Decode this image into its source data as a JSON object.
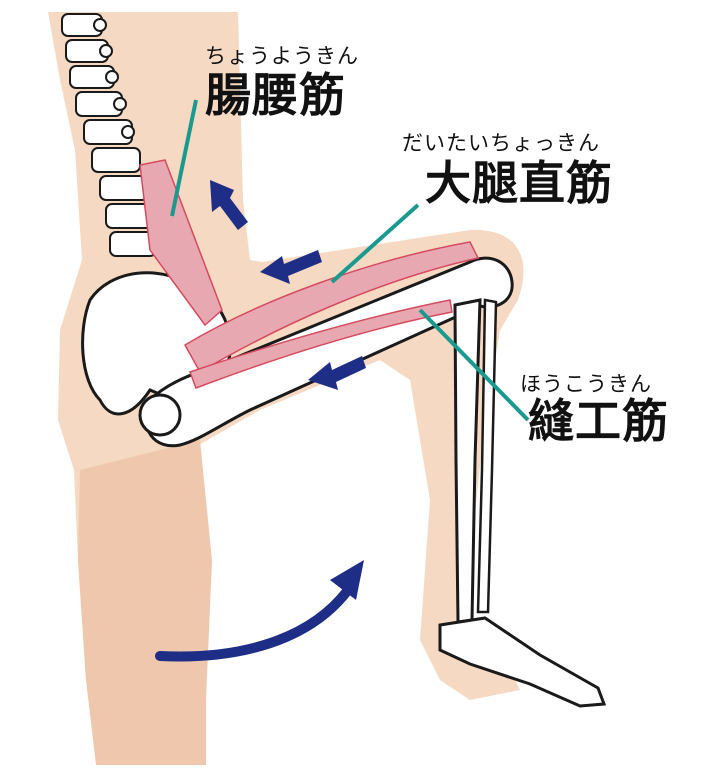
{
  "labels": {
    "iliopsoas": {
      "reading": "ちょうようきん",
      "name": "腸腰筋"
    },
    "rectus_femoris": {
      "reading": "だいたいちょっきん",
      "name": "大腿直筋"
    },
    "sartorius": {
      "reading": "ほうこうきん",
      "name": "縫工筋"
    }
  },
  "colors": {
    "skin": "#F6D9C2",
    "skin_back": "#EEC7AC",
    "bone_fill": "#FFFFFF",
    "bone_outline": "#1A1A1A",
    "muscle": "#E8A8B2",
    "muscle_stripe": "#D64A5F",
    "arrow": "#1E2E86",
    "leader_line": "#1A9A8E",
    "text": "#111111"
  },
  "icons": {
    "arrows": [
      "arrow-up-left-icon",
      "arrow-left-upper-icon",
      "arrow-left-lower-icon",
      "curved-arrow-up-icon"
    ]
  }
}
